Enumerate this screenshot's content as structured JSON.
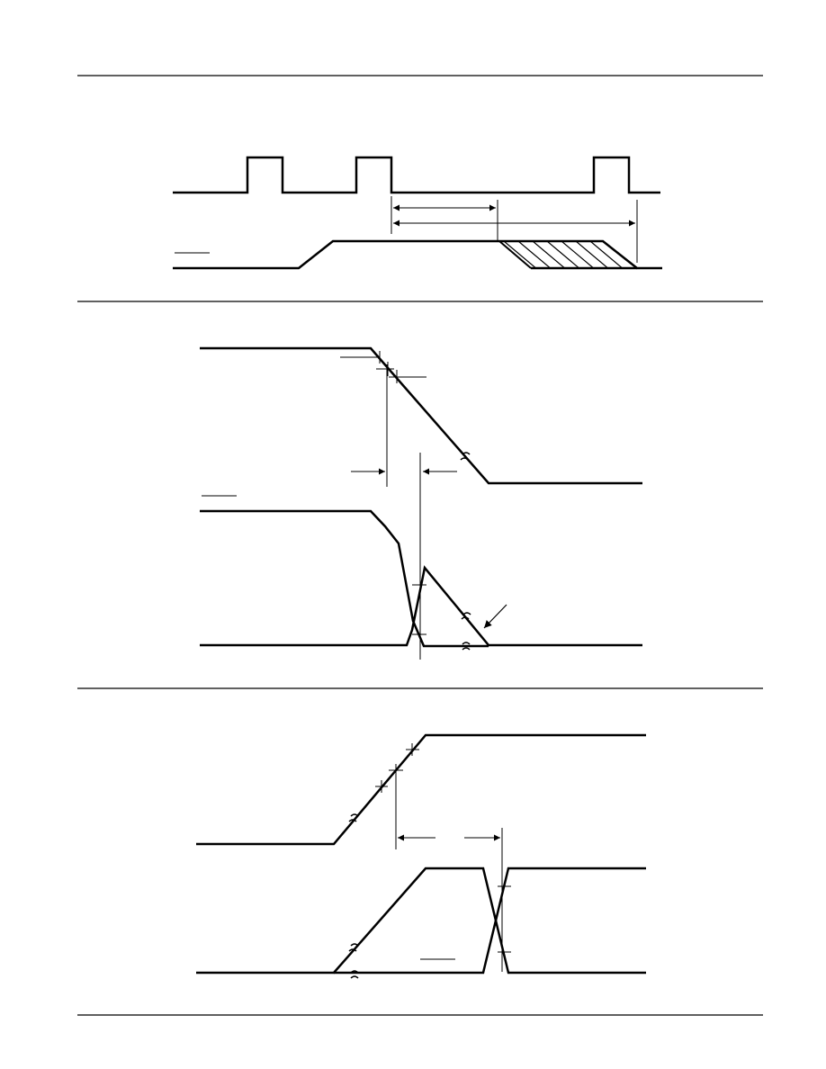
{
  "page": {
    "background_color": "#ffffff",
    "line_color": "#000000"
  },
  "diagrams": {
    "clock_timing": {
      "signals": [
        "clock-pulse-train",
        "output-ramp-with-hatched-transition"
      ]
    },
    "falling_transition": {
      "signals": [
        "input-falling-edge",
        "output-crossover-with-spike"
      ],
      "annotations": [
        "arrow-pointer"
      ]
    },
    "rising_transition": {
      "signals": [
        "input-rising-edge",
        "output-crossover"
      ]
    }
  }
}
